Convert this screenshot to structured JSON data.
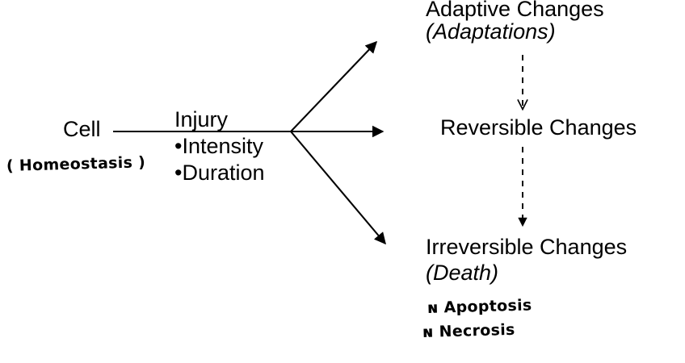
{
  "diagram": {
    "title": "Cell Injury Outcomes Flow Diagram",
    "background_color": "#ffffff",
    "ink_color": "#000000",
    "handwriting_color": "#000000"
  },
  "nodes": {
    "cell": {
      "label": "Cell",
      "annotation": "( Homeostasis )"
    },
    "injury": {
      "label": "Injury",
      "bullets": [
        "•Intensity",
        "•Duration"
      ]
    },
    "adaptive": {
      "line1": "Adaptive Changes",
      "line2": "(Adaptations)"
    },
    "reversible": {
      "line1": "Reversible Changes"
    },
    "irreversible": {
      "line1": "Irreversible Changes",
      "line2": "(Death)",
      "annotations": [
        "ɴ Apoptosis",
        "ɴ Necrosis"
      ]
    }
  },
  "connectors": {
    "stem": {
      "name": "cell-to-junction-line",
      "style": "solid",
      "arrowhead": "none"
    },
    "branch_up": {
      "name": "junction-to-adaptive-arrow",
      "style": "solid",
      "arrowhead": "filled"
    },
    "branch_mid": {
      "name": "junction-to-reversible-arrow",
      "style": "solid",
      "arrowhead": "filled"
    },
    "branch_down": {
      "name": "junction-to-irreversible-arrow",
      "style": "solid",
      "arrowhead": "filled"
    },
    "dashed_upper": {
      "name": "adaptive-to-reversible-arrow",
      "style": "dashed",
      "arrowhead": "open"
    },
    "dashed_lower": {
      "name": "reversible-to-irreversible-arrow",
      "style": "dashed",
      "arrowhead": "filled"
    }
  }
}
